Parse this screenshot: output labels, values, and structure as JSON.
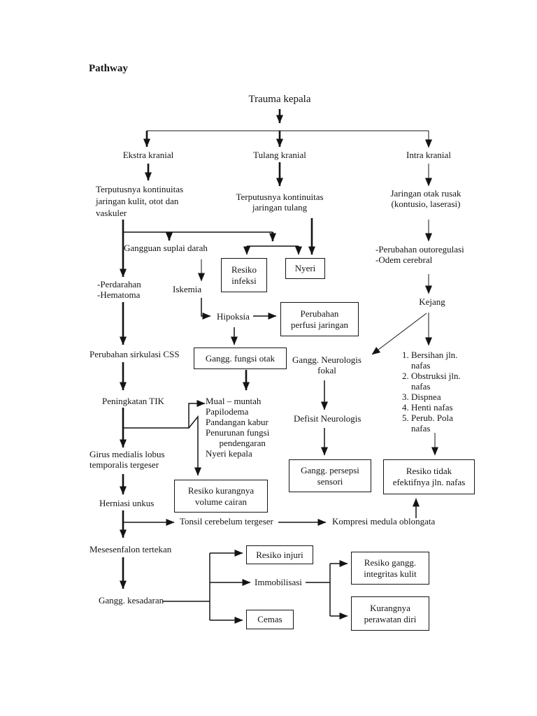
{
  "page": {
    "title": "Pathway",
    "background": "#ffffff",
    "ink": "#141414"
  },
  "nodes": {
    "trauma": "Trauma kepala",
    "ekstra": "Ekstra kranial",
    "tulang": "Tulang kranial",
    "intra": "Intra kranial",
    "ekstra_desc": "Terputusnya kontinuitas\njaringan kulit, otot dan\nvaskuler",
    "tulang_desc": "Terputusnya kontinuitas\njaringan tulang",
    "intra_desc": "Jaringan otak rusak\n(kontusio, laserasi)",
    "gangguan_suplai": "Gangguan suplai darah",
    "perdarahan": "-Perdarahan\n-Hematoma",
    "resiko_infeksi": "Resiko\ninfeksi",
    "nyeri": "Nyeri",
    "iskemia": "Iskemia",
    "hipoksia": "Hipoksia",
    "perubahan_perfusi": "Perubahan\nperfusi jaringan",
    "outoregulasi": "-Perubahan outoregulasi\n-Odem cerebral",
    "kejang": "Kejang",
    "perubahan_css": "Perubahan sirkulasi CSS",
    "gangg_fungsi_otak": "Gangg. fungsi otak",
    "gangg_neurologis": "Gangg. Neurologis\nfokal",
    "nafas_list": "1. Bersihan jln.\n    nafas\n2. Obstruksi jln.\n    nafas\n3. Dispnea\n4. Henti nafas\n5. Perub. Pola\n    nafas",
    "peningkatan_tik": "Peningkatan TIK",
    "mual_block": "Mual – muntah\nPapilodema\nPandangan kabur\nPenurunan fungsi\n      pendengaran\nNyeri kepala",
    "defisit": "Defisit Neurologis",
    "girus": "Girus medialis lobus\ntemporalis tergeser",
    "gangg_persepsi": "Gangg. persepsi\nsensori",
    "resiko_tidak": "Resiko tidak\nefektifnya jln. nafas",
    "resiko_kurangnya": "Resiko kurangnya\nvolume cairan",
    "herniasi": "Herniasi unkus",
    "tonsil": "Tonsil cerebelum tergeser",
    "kompresi": "Kompresi medula oblongata",
    "mesesenfalon": "Mesesenfalon tertekan",
    "resiko_injuri": "Resiko injuri",
    "resiko_gangg_kulit": "Resiko gangg.\nintegritas kulit",
    "gangg_kesadaran": "Gangg. kesadaran",
    "immobilisasi": "Immobilisasi",
    "cemas": "Cemas",
    "kurangnya_perawatan": "Kurangnya\nperawatan diri"
  }
}
